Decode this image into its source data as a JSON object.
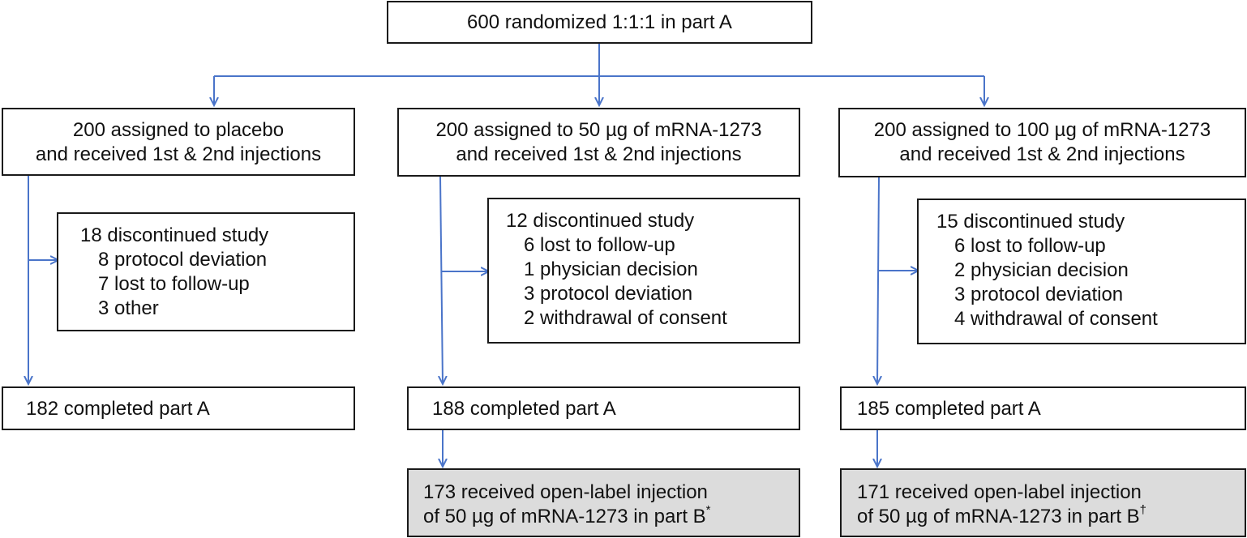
{
  "colors": {
    "arrow": "#4a74c9",
    "border": "#1a1a1a",
    "shaded_box": "#dcdcdc"
  },
  "top": {
    "text": "600 randomized 1:1:1 in part A"
  },
  "arms": [
    {
      "assigned_line1": "200 assigned to placebo",
      "assigned_line2": "and received 1st & 2nd injections",
      "discontinued": {
        "header": "18 discontinued study",
        "reasons": [
          "8 protocol deviation",
          "7 lost to follow-up",
          "3 other"
        ]
      },
      "completed": "182 completed part A"
    },
    {
      "assigned_line1": "200 assigned to 50 µg of mRNA-1273",
      "assigned_line2": "and received 1st & 2nd injections",
      "discontinued": {
        "header": "12 discontinued study",
        "reasons": [
          "6 lost to follow-up",
          "1 physician decision",
          "3 protocol deviation",
          "2 withdrawal of consent"
        ]
      },
      "completed": "188 completed part A",
      "open_label": {
        "line1": "173 received open-label injection",
        "line2": "of 50 µg of mRNA-1273 in part B",
        "mark": "*"
      }
    },
    {
      "assigned_line1": "200 assigned to 100 µg of mRNA-1273",
      "assigned_line2": "and received 1st & 2nd injections",
      "discontinued": {
        "header": "15 discontinued study",
        "reasons": [
          "6 lost to follow-up",
          "2 physician decision",
          "3 protocol deviation",
          "4 withdrawal of consent"
        ]
      },
      "completed": "185 completed part A",
      "open_label": {
        "line1": "171 received open-label injection",
        "line2": "of 50 µg of mRNA-1273 in part B",
        "mark": "†"
      }
    }
  ]
}
